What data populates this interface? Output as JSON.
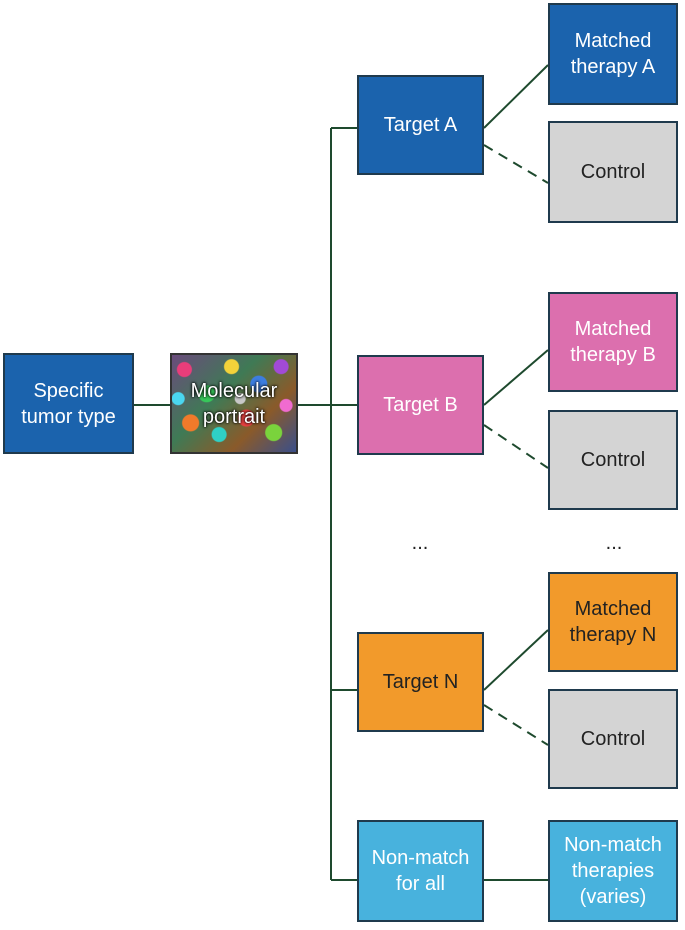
{
  "nodes": {
    "tumor": "Specific\ntumor type",
    "portrait": "Molecular\nportrait",
    "target_a": "Target A",
    "target_b": "Target B",
    "target_n": "Target N",
    "non_match": "Non-match\nfor all",
    "therapy_a": "Matched\ntherapy A",
    "therapy_b": "Matched\ntherapy B",
    "therapy_n": "Matched\ntherapy N",
    "control_a": "Control",
    "control_b": "Control",
    "control_n": "Control",
    "non_match_therapies": "Non-match\ntherapies\n(varies)"
  },
  "ellipsis": {
    "targets": "...",
    "therapies": "..."
  },
  "colors": {
    "tumor": "#1b63ad",
    "target_a": "#1b63ad",
    "therapy_a": "#1b63ad",
    "target_b": "#dc6fae",
    "therapy_b": "#dc6fae",
    "target_n": "#f29a2b",
    "therapy_n": "#f29a2b",
    "control": "#d4d4d4",
    "non_match": "#48b2dd",
    "connector": "#1e4a2e"
  }
}
